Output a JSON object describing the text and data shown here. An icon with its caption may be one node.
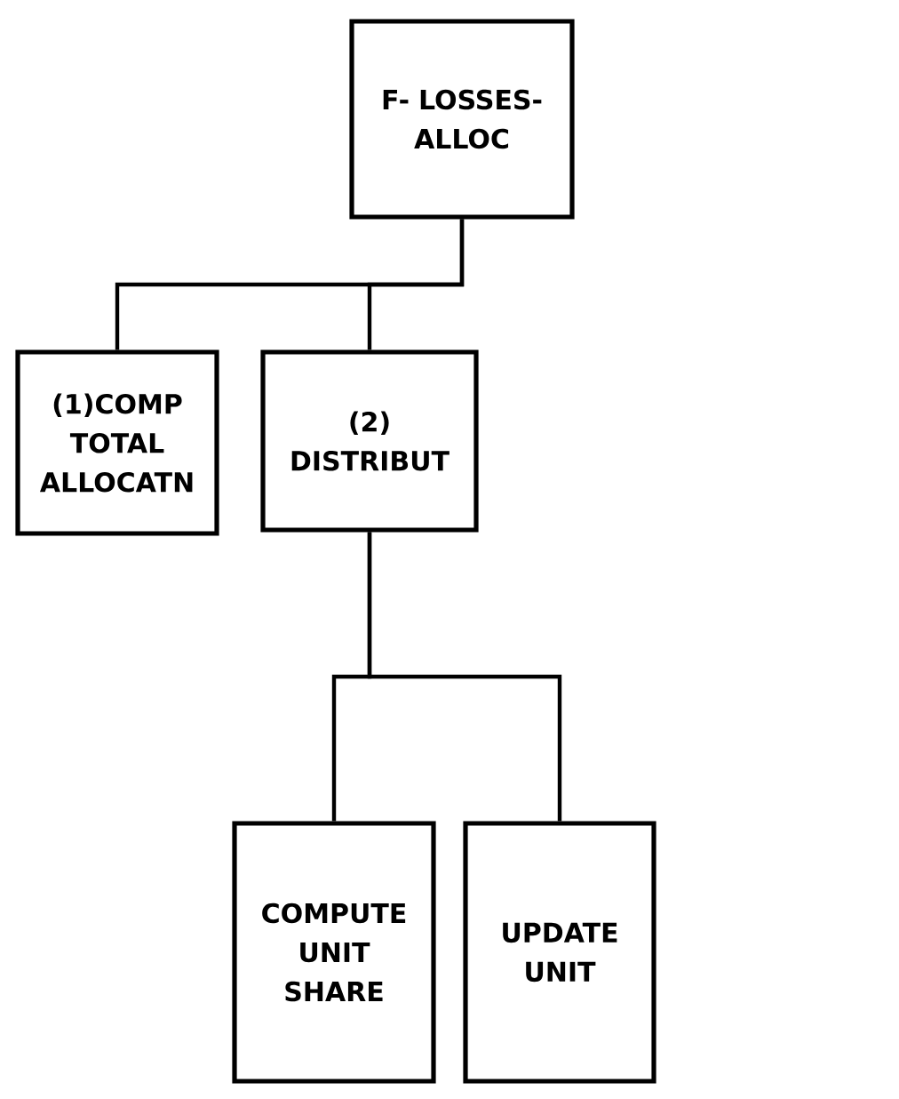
{
  "diagram": {
    "nodes": [
      {
        "text": [
          "F- LOSSES- ALLOC"
        ]
      },
      {
        "text": [
          "(1)COMP TOTAL ALLOCATN"
        ]
      },
      {
        "text": [
          "(2) DISTRIBUT"
        ]
      },
      {
        "text": [
          "COMPUTE UNIT SHARE"
        ]
      },
      {
        "text": [
          "UPDATE UNIT"
        ]
      }
    ],
    "edges": [
      {
        "from": 0,
        "to": 1,
        "arrow": "none"
      },
      {
        "from": 0,
        "to": 2,
        "arrow": "none"
      },
      {
        "from": 2,
        "to": 3,
        "arrow": "none"
      },
      {
        "from": 2,
        "to": 4,
        "arrow": "none"
      }
    ]
  }
}
